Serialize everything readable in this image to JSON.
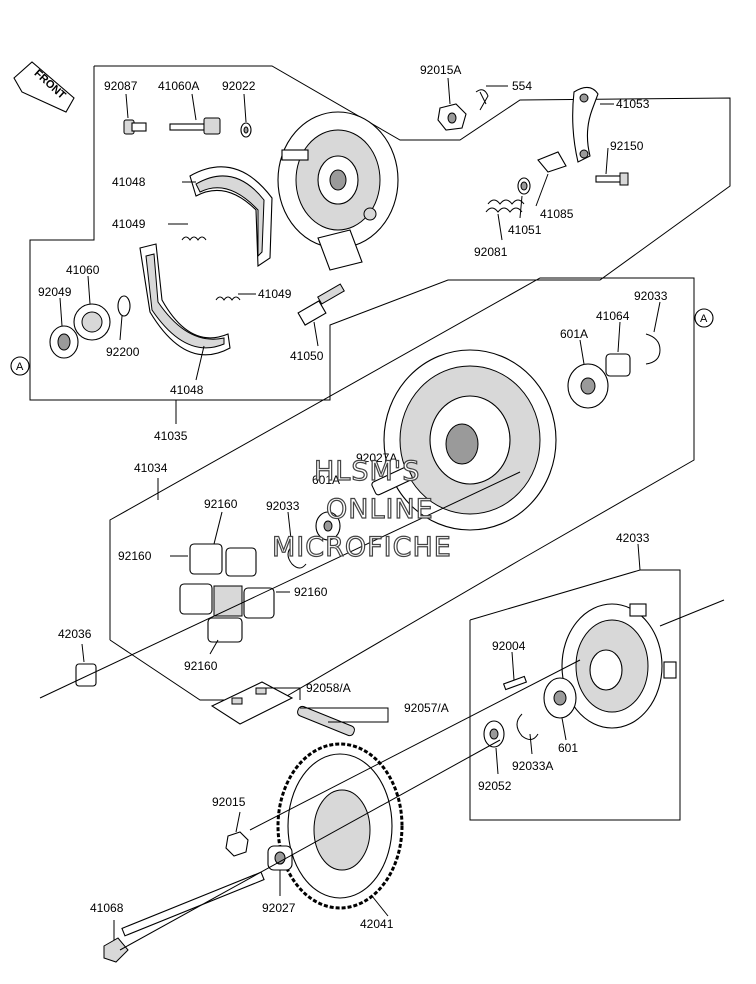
{
  "front_marker": "FRONT",
  "ref_marker": "A",
  "watermark": [
    "HLSM'S",
    "ONLINE",
    "MICROFICHE"
  ],
  "labels": {
    "p92087": "92087",
    "p41060A": "41060A",
    "p92022": "92022",
    "p92015A": "92015A",
    "p554": "554",
    "p41053": "41053",
    "p41048_top": "41048",
    "p92150": "92150",
    "p41049_top": "41049",
    "p41085": "41085",
    "p41051": "41051",
    "p92081": "92081",
    "p41060": "41060",
    "p92049": "92049",
    "p41049_mid": "41049",
    "p92200": "92200",
    "p41050": "41050",
    "p92033_top": "92033",
    "p41064": "41064",
    "p601A_top": "601A",
    "p41048_bot": "41048",
    "p41035": "41035",
    "p41034": "41034",
    "p92027A": "92027A",
    "p601A_mid": "601A",
    "p92160_a": "92160",
    "p92033_mid": "92033",
    "p92160_b": "92160",
    "p92160_c": "92160",
    "p92160_d": "92160",
    "p42033": "42033",
    "p42036": "42036",
    "p92004": "92004",
    "p92058A": "92058/A",
    "p92057A": "92057/A",
    "p601": "601",
    "p92033A": "92033A",
    "p92052": "92052",
    "p92015": "92015",
    "p92027": "92027",
    "p41068": "41068",
    "p42041": "42041"
  }
}
